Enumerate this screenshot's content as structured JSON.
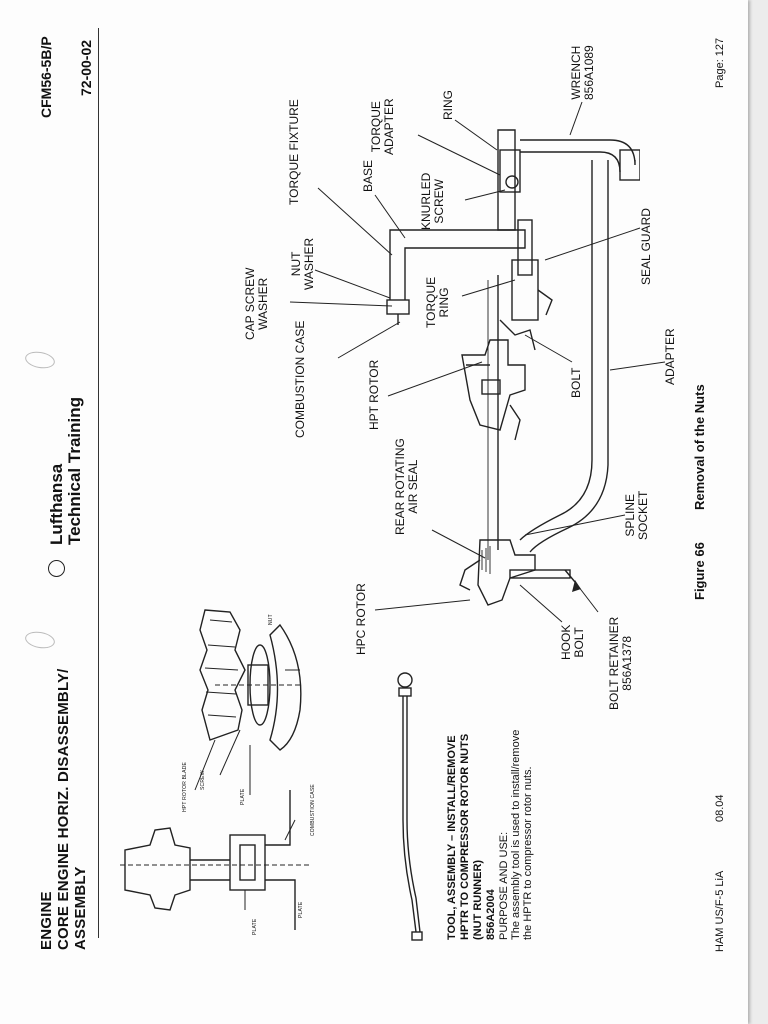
{
  "header": {
    "section": "ENGINE",
    "line2": "CORE ENGINE HORIZ. DISASSEMBLY/",
    "line3": "ASSEMBLY",
    "engine": "CFM56-5B/P",
    "chapter": "72-00-02",
    "brand_line1": "Lufthansa",
    "brand_line2": "Technical Training"
  },
  "tool": {
    "title1": "TOOL, ASSEMBLY – INSTALL/REMOVE",
    "title2": "HPTR TO COMPRESSOR ROTOR NUTS",
    "title3": "(NUT RUNNER)",
    "part": "856A2004",
    "purpose": "PURPOSE AND USE:",
    "desc1": "The assembly tool is used to install/remove",
    "desc2": "the HPTR to compressor rotor nuts."
  },
  "inset_labels": {
    "blade": "HPT ROTOR BLADE",
    "screw": "SCREW",
    "plate": "PLATE",
    "plate2": "PLATE",
    "plate3": "PLATE",
    "combustion": "COMBUSTION CASE",
    "nut": "NUT"
  },
  "labels": {
    "cap_screw": "CAP SCREW",
    "washer": "WASHER",
    "nut": "NUT",
    "washer2": "WASHER",
    "combustion_case": "COMBUSTION CASE",
    "torque_fixture": "TORQUE FIXTURE",
    "base": "BASE",
    "knurled": "KNURLED",
    "screw": "SCREW",
    "torque": "TORQUE",
    "adapter": "ADAPTER",
    "ring": "RING",
    "wrench": "WRENCH",
    "wrench_pn": "856A1089",
    "torque_ring1": "TORQUE",
    "torque_ring2": "RING",
    "seal_guard": "SEAL GUARD",
    "hpt_rotor": "HPT ROTOR",
    "bolt": "BOLT",
    "adapter2": "ADAPTER",
    "rear_rotating1": "REAR ROTATING",
    "rear_rotating2": "AIR SEAL",
    "spline1": "SPLINE",
    "spline2": "SOCKET",
    "hpc_rotor": "HPC ROTOR",
    "hook1": "HOOK",
    "hook2": "BOLT",
    "bolt_retainer1": "BOLT RETAINER",
    "bolt_retainer2": "856A1378"
  },
  "figure": {
    "number": "Figure 66",
    "title": "Removal of the Nuts"
  },
  "footer": {
    "left": "HAM US/F-5 LiA",
    "date": "08.04",
    "page": "Page: 127"
  }
}
